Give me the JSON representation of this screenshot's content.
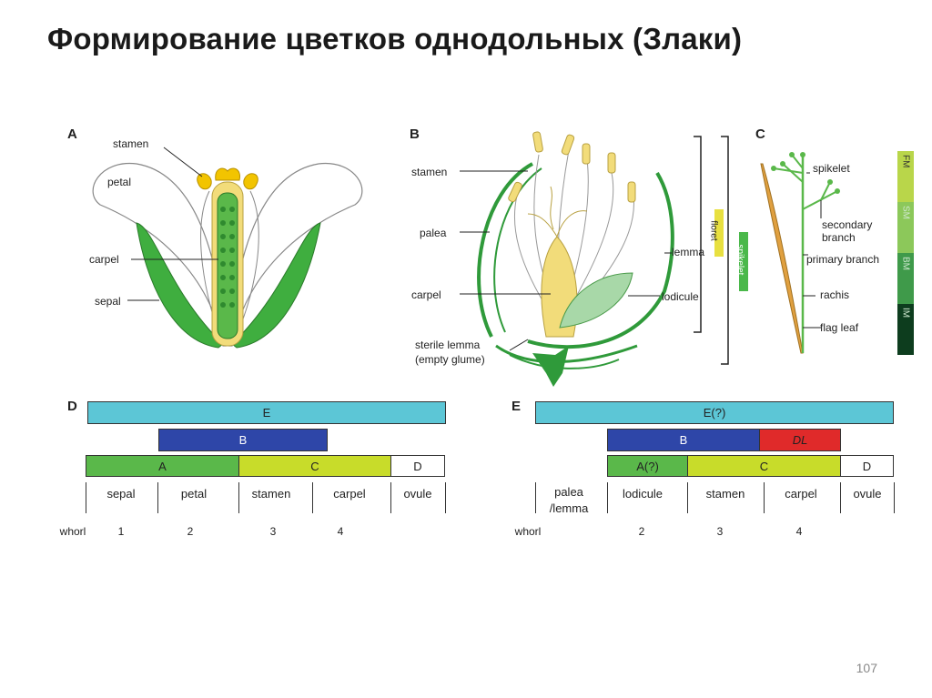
{
  "title": "Формирование цветков однодольных (Злаки)",
  "page_number": "107",
  "panelA": {
    "letter": "A",
    "labels": {
      "stamen": "stamen",
      "petal": "petal",
      "carpel": "carpel",
      "sepal": "sepal"
    }
  },
  "panelB": {
    "letter": "B",
    "labels": {
      "stamen": "stamen",
      "palea": "palea",
      "carpel": "carpel",
      "sterile_lemma_1": "sterile lemma",
      "sterile_lemma_2": "(empty glume)",
      "lemma": "lemma",
      "lodicule": "lodicule",
      "floret": "floret",
      "spikelet": "spikelet"
    }
  },
  "panelC": {
    "letter": "C",
    "labels": {
      "spikelet": "spikelet",
      "secondary_branch_1": "secondary",
      "secondary_branch_2": "branch",
      "primary_branch": "primary branch",
      "rachis": "rachis",
      "flag_leaf": "flag leaf"
    },
    "stages": [
      "FM",
      "SM",
      "BM",
      "IM"
    ],
    "stage_colors": [
      "#b9d64a",
      "#8cc85a",
      "#3f9a4a",
      "#0d3d1e"
    ]
  },
  "panelD": {
    "letter": "D",
    "bars": {
      "E": "E",
      "B": "B",
      "A": "A",
      "C": "C",
      "D": "D"
    },
    "organs": [
      "sepal",
      "petal",
      "stamen",
      "carpel",
      "ovule"
    ],
    "whorl_label": "whorl",
    "whorls": [
      "1",
      "2",
      "3",
      "4"
    ]
  },
  "panelE": {
    "letter": "E",
    "bars": {
      "E": "E(?)",
      "B": "B",
      "DL": "DL",
      "A": "A(?)",
      "C": "C",
      "D": "D"
    },
    "organs": [
      "palea /lemma",
      "lodicule",
      "stamen",
      "carpel",
      "ovule"
    ],
    "organ0_line1": "palea",
    "organ0_line2": "/lemma",
    "whorl_label": "whorl",
    "whorls": [
      "2",
      "3",
      "4"
    ]
  },
  "colors": {
    "E": "#5cc6d6",
    "B": "#2e46a8",
    "A": "#5ab84a",
    "C": "#c8dc2a",
    "D": "#ffffff",
    "DL": "#e02a2a",
    "green_dark": "#2f9a3a",
    "yellow": "#f2dc7a"
  }
}
